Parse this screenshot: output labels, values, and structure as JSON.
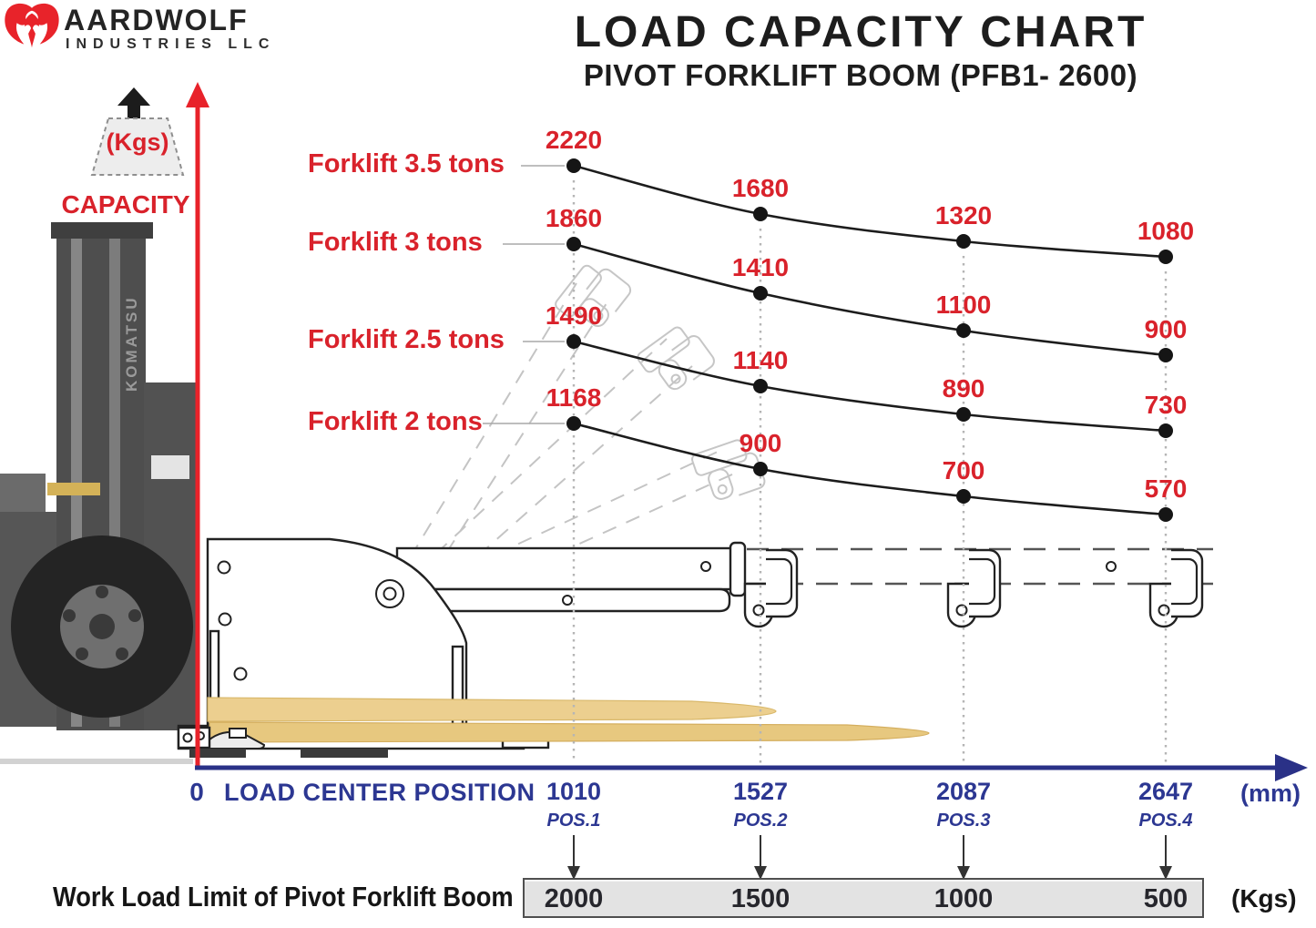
{
  "brand": {
    "name": "AARDWOLF",
    "subtitle": "INDUSTRIES LLC"
  },
  "header": {
    "title": "LOAD CAPACITY CHART",
    "subtitle": "PIVOT FORKLIFT BOOM (PFB1- 2600)"
  },
  "y_axis": {
    "label": "CAPACITY",
    "unit": "(Kgs)"
  },
  "x_axis": {
    "origin": "0",
    "label": "LOAD CENTER POSITION",
    "unit": "(mm)",
    "positions": [
      {
        "value": "1010",
        "name": "POS.1"
      },
      {
        "value": "1527",
        "name": "POS.2"
      },
      {
        "value": "2087",
        "name": "POS.3"
      },
      {
        "value": "2647",
        "name": "POS.4"
      }
    ]
  },
  "forklift_brand": "KOMATSU",
  "chart_data": {
    "type": "line",
    "title": "LOAD CAPACITY CHART — PIVOT FORKLIFT BOOM (PFB1- 2600)",
    "x": [
      1010,
      1527,
      2087,
      2647
    ],
    "xlabel": "LOAD CENTER POSITION (mm)",
    "ylabel": "CAPACITY (Kgs)",
    "grid": "dotted vertical guides at each load center position",
    "legend_position": "left of first data point",
    "series": [
      {
        "name": "Forklift 3.5 tons",
        "values": [
          2220,
          1680,
          1320,
          1080
        ]
      },
      {
        "name": "Forklift 3 tons",
        "values": [
          1860,
          1410,
          1100,
          900
        ]
      },
      {
        "name": "Forklift 2.5 tons",
        "values": [
          1490,
          1140,
          890,
          730
        ]
      },
      {
        "name": "Forklift 2 tons",
        "values": [
          1168,
          900,
          700,
          570
        ]
      }
    ]
  },
  "work_load_limit": {
    "label": "Work Load Limit of Pivot Forklift Boom",
    "values": [
      "2000",
      "1500",
      "1000",
      "500"
    ],
    "unit": "(Kgs)"
  },
  "colors": {
    "red": "#d9222b",
    "blue": "#2c3792",
    "bar_bg": "#e3e3e3"
  }
}
